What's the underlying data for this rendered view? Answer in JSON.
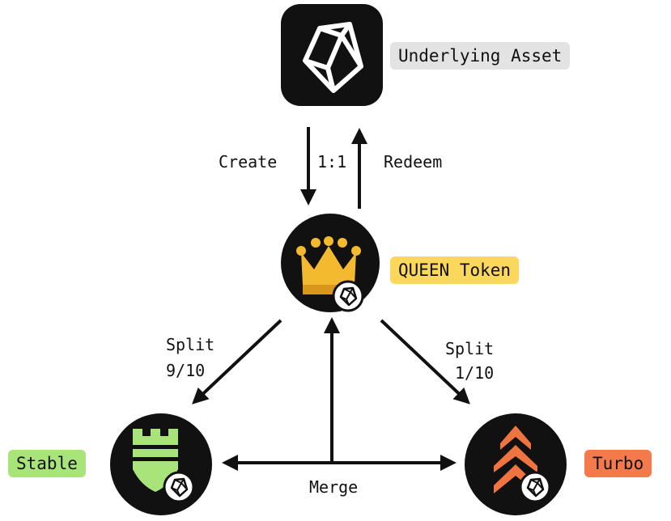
{
  "nodes": {
    "underlying": {
      "tag": "Underlying Asset",
      "tag_color": "#e3e3e3"
    },
    "queen": {
      "tag": "QUEEN Token",
      "tag_color": "#fbd85c"
    },
    "stable": {
      "tag": "Stable",
      "tag_color": "#a9e47a"
    },
    "turbo": {
      "tag": "Turbo",
      "tag_color": "#f47a4c"
    }
  },
  "edges": {
    "create": "Create",
    "ratio": "1:1",
    "redeem": "Redeem",
    "split_left": [
      "Split",
      "9/10"
    ],
    "split_right": [
      "Split",
      "1/10"
    ],
    "merge": "Merge"
  },
  "colors": {
    "node_bg": "#111111",
    "crown": "#f3b92f",
    "crown_dark": "#d8961a",
    "stable_green": "#a9e47a",
    "turbo_orange": "#f0743f",
    "arrow": "#111111"
  },
  "icons": [
    "gem-icon",
    "crown-icon",
    "castle-tower-icon",
    "chevron-stack-icon"
  ]
}
